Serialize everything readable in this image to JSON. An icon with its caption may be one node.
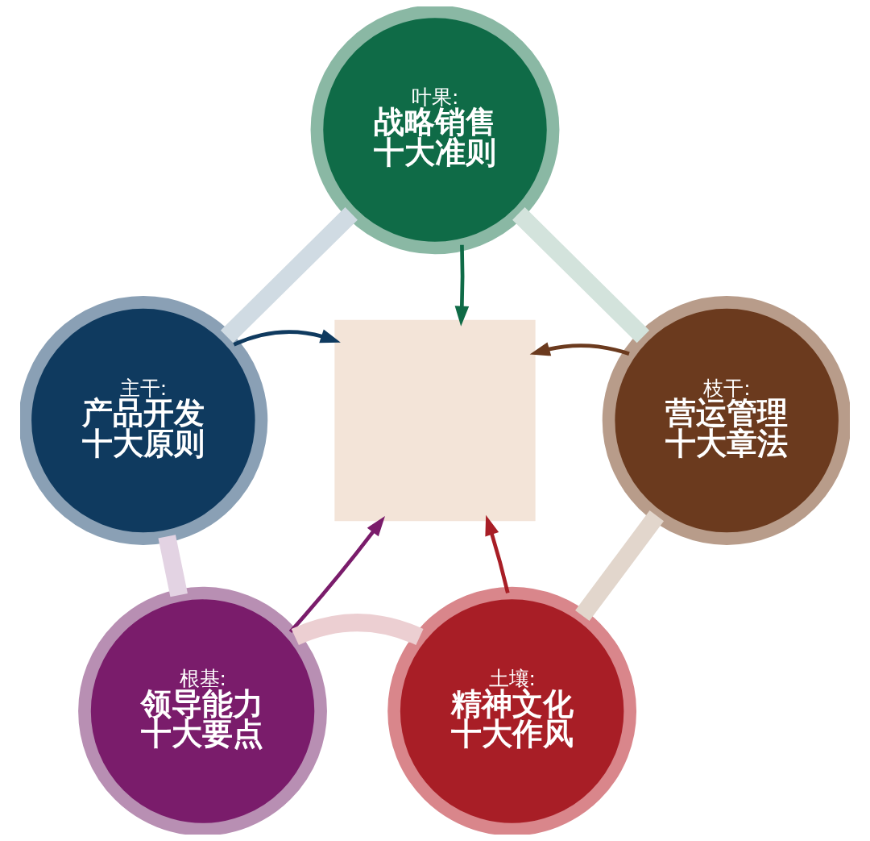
{
  "diagram": {
    "nodes": [
      {
        "text": [
          "叶果:",
          "战略销售十大准则"
        ]
      },
      {
        "text": [
          "主干:",
          "产品开发十大原则"
        ]
      },
      {
        "text": [
          "枝干:",
          "营运管理十大章法"
        ]
      },
      {
        "text": [
          "根基:",
          "领导能力十大要点"
        ]
      },
      {
        "text": [
          "土壤:",
          "精神文化十大作风"
        ]
      },
      {
        "text": [],
        "shape": "box"
      }
    ],
    "edges": [
      {
        "from": 0,
        "to": 5,
        "arrow": "to",
        "color": "#0f6b47"
      },
      {
        "from": 1,
        "to": 5,
        "arrow": "to",
        "color": "#0f3a5f"
      },
      {
        "from": 2,
        "to": 5,
        "arrow": "to",
        "color": "#6b3a1e"
      },
      {
        "from": 3,
        "to": 5,
        "arrow": "to",
        "color": "#7a1c6b"
      },
      {
        "from": 4,
        "to": 5,
        "arrow": "to",
        "color": "#a81e26"
      },
      {
        "from": 0,
        "to": 1,
        "arrow": "none",
        "style": "thick",
        "color": "#d0dbe3"
      },
      {
        "from": 0,
        "to": 2,
        "arrow": "none",
        "style": "thick",
        "color": "#d3e3dc"
      },
      {
        "from": 2,
        "to": 4,
        "arrow": "none",
        "style": "thick",
        "color": "#e2d6cc"
      },
      {
        "from": 4,
        "to": 3,
        "arrow": "none",
        "style": "thick",
        "color": "#eccfd2"
      },
      {
        "from": 3,
        "to": 1,
        "arrow": "none",
        "style": "thick",
        "color": "#e3d3e3"
      }
    ]
  }
}
